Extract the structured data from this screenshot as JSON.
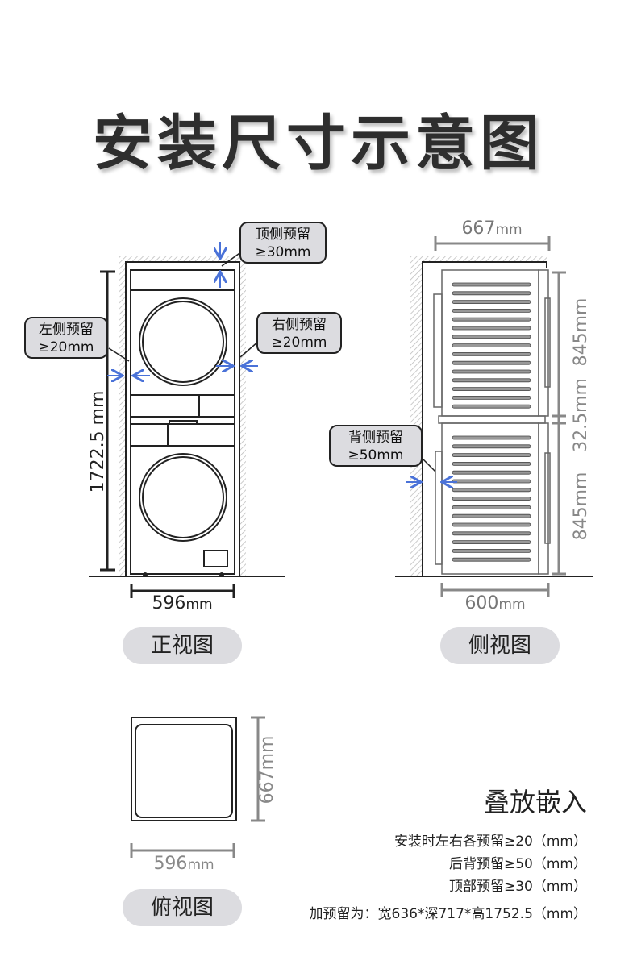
{
  "title": "安装尺寸示意图",
  "front_view": {
    "label": "正视图",
    "height_dim": "1722.5 mm",
    "width_dim_value": "596",
    "width_dim_unit": "mm",
    "callouts": {
      "top": {
        "line1": "顶侧预留",
        "line2": "≥30mm"
      },
      "left": {
        "line1": "左侧预留",
        "line2": "≥20mm"
      },
      "right": {
        "line1": "右侧预留",
        "line2": "≥20mm"
      }
    }
  },
  "side_view": {
    "label": "侧视图",
    "top_dim_value": "667",
    "top_dim_unit": "mm",
    "bottom_dim_value": "600",
    "bottom_dim_unit": "mm",
    "upper_height": "845mm",
    "gap_height": "32.5mm",
    "lower_height": "845mm",
    "callout": {
      "line1": "背侧预留",
      "line2": "≥50mm"
    }
  },
  "top_view": {
    "label": "俯视图",
    "depth_dim": "667mm",
    "width_dim_value": "596",
    "width_dim_unit": "mm"
  },
  "info": {
    "heading": "叠放嵌入",
    "lines": [
      "安装时左右各预留≥20（mm）",
      "后背预留≥50（mm）",
      "顶部预留≥30（mm）"
    ],
    "total": "加预留为：宽636*深717*高1752.5（mm）"
  },
  "colors": {
    "arrow": "#4a72d8",
    "pill": "#dcdce0",
    "dim": "#888888"
  }
}
